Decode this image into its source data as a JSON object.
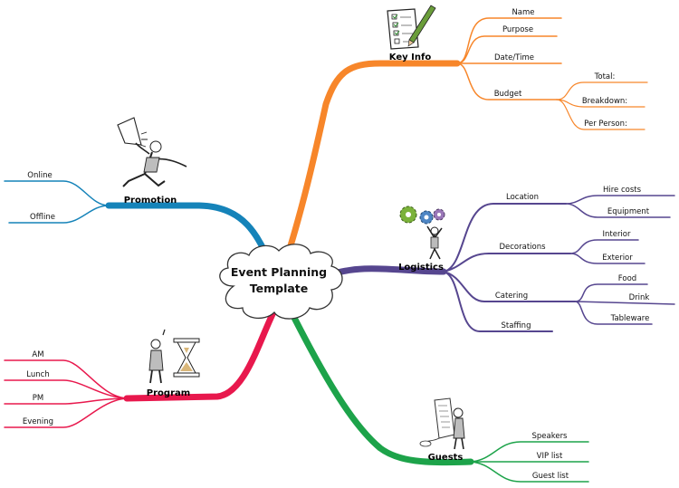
{
  "center": {
    "line1": "Event Planning",
    "line2": "Template"
  },
  "colors": {
    "key_info": "#F7862A",
    "logistics": "#56468F",
    "guests": "#1DA34A",
    "program": "#E8184D",
    "promotion": "#1583B9"
  },
  "branches": {
    "key_info": {
      "label": "Key Info",
      "icon": "checklist-icon",
      "items": [
        "Name",
        "Purpose",
        "Date/Time",
        "Budget"
      ],
      "budget_items": [
        "Total:",
        "Breakdown:",
        "Per Person:"
      ]
    },
    "logistics": {
      "label": "Logistics",
      "icon": "gears-person-icon",
      "location": {
        "label": "Location",
        "items": [
          "Hire costs",
          "Equipment"
        ]
      },
      "decorations": {
        "label": "Decorations",
        "items": [
          "Interior",
          "Exterior"
        ]
      },
      "catering": {
        "label": "Catering",
        "items": [
          "Food",
          "Drink",
          "Tableware"
        ]
      },
      "staffing": {
        "label": "Staffing"
      }
    },
    "guests": {
      "label": "Guests",
      "icon": "person-reading-list-icon",
      "items": [
        "Speakers",
        "VIP list",
        "Guest list"
      ]
    },
    "program": {
      "label": "Program",
      "icon": "person-hourglass-icon",
      "items": [
        "AM",
        "Lunch",
        "PM",
        "Evening"
      ]
    },
    "promotion": {
      "label": "Promotion",
      "icon": "megaphone-runner-icon",
      "items": [
        "Online",
        "Offline"
      ]
    }
  }
}
